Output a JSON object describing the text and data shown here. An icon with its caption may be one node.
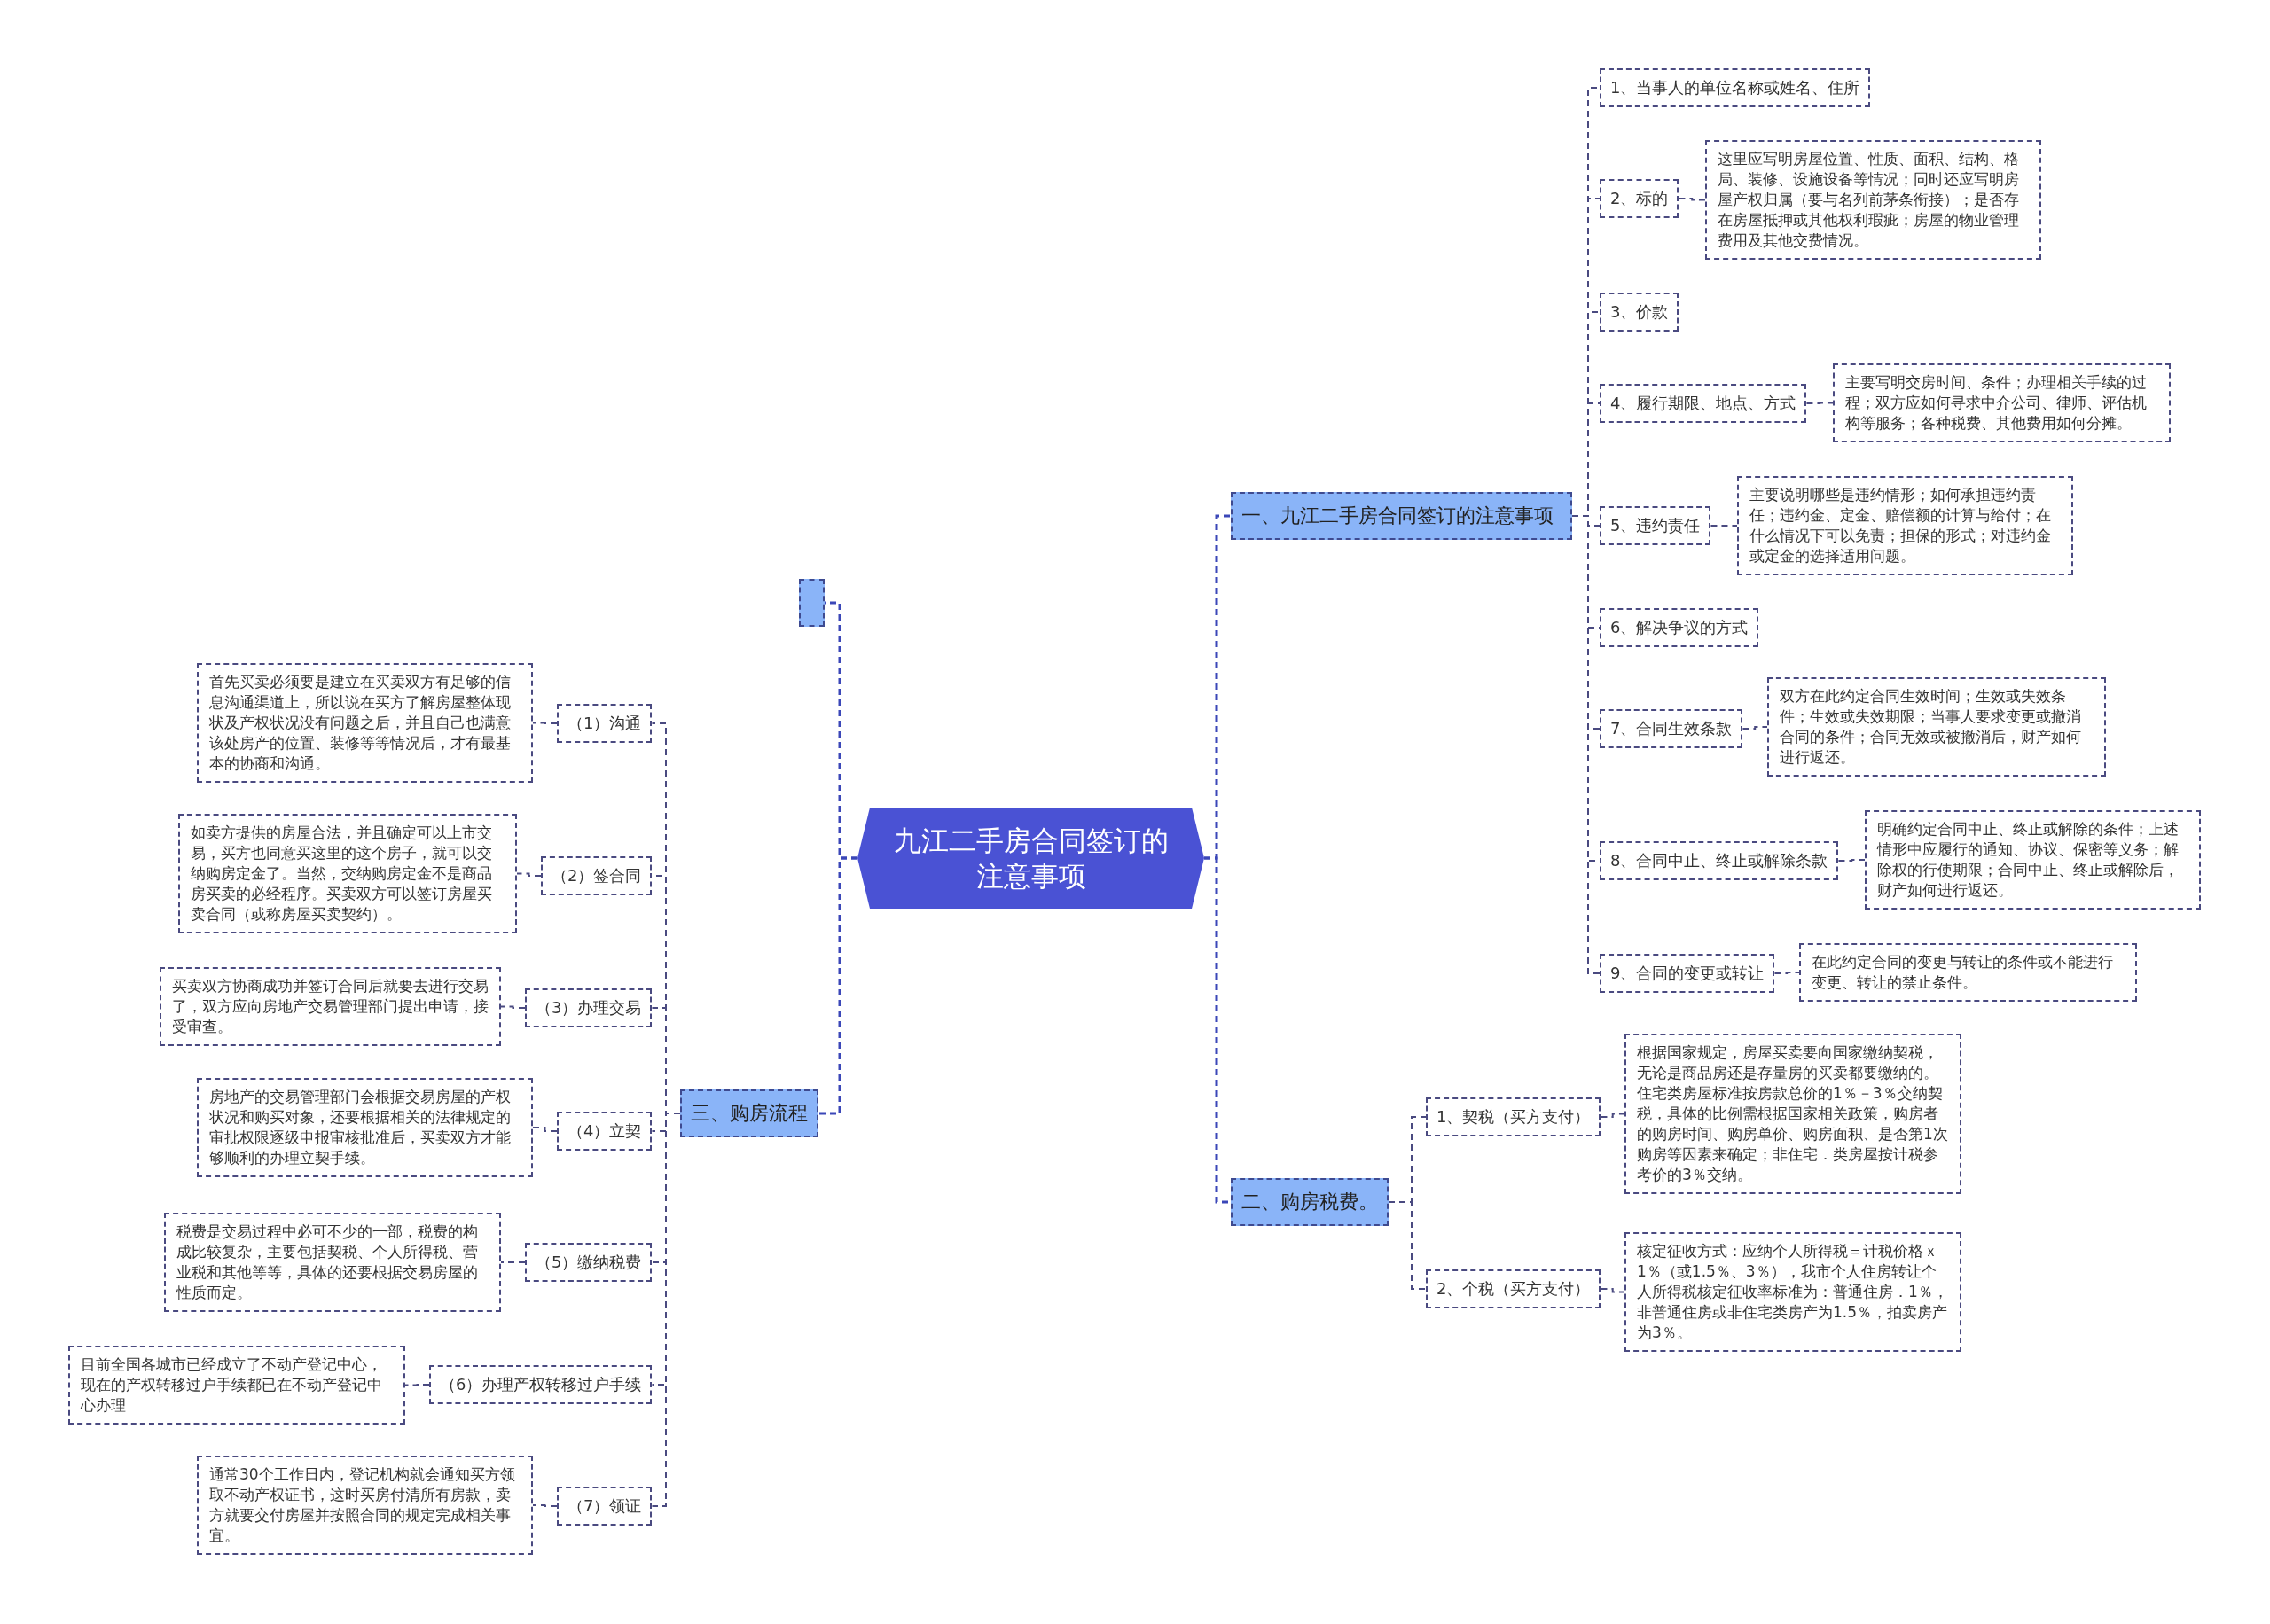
{
  "diagram": {
    "nodes": [
      {
        "text": [
          "九江二手房合同签订的注意事项"
        ]
      },
      {
        "text": [
          "一、九江二手房合同签订的注意事项"
        ]
      },
      {
        "text": [
          "1、当事人的单位名称或姓名、住所"
        ]
      },
      {
        "text": [
          "2、标的"
        ]
      },
      {
        "text": [
          "这里应写明房屋位置、性质、面积、结构、格局、装修、设施设备等情况；同时还应写明房屋产权归属（要与名列前茅条衔接）；是否存在房屋抵押或其他权利瑕疵；房屋的物业管理费用及其他交费情况。"
        ]
      },
      {
        "text": [
          "3、价款"
        ]
      },
      {
        "text": [
          "4、履行期限、地点、方式"
        ]
      },
      {
        "text": [
          "主要写明交房时间、条件；办理相关手续的过程；双方应如何寻求中介公司、律师、评估机构等服务；各种税费、其他费用如何分摊。"
        ]
      },
      {
        "text": [
          "5、违约责任"
        ]
      },
      {
        "text": [
          "主要说明哪些是违约情形；如何承担违约责任；违约金、定金、赔偿额的计算与给付；在什么情况下可以免责；担保的形式；对违约金或定金的选择适用问题。"
        ]
      },
      {
        "text": [
          "6、解决争议的方式"
        ]
      },
      {
        "text": [
          "7、合同生效条款"
        ]
      },
      {
        "text": [
          "双方在此约定合同生效时间；生效或失效条件；生效或失效期限；当事人要求变更或撤消合同的条件；合同无效或被撤消后，财产如何进行返还。"
        ]
      },
      {
        "text": [
          "8、合同中止、终止或解除条款"
        ]
      },
      {
        "text": [
          "明确约定合同中止、终止或解除的条件；上述情形中应履行的通知、协议、保密等义务；解除权的行使期限；合同中止、终止或解除后，财产如何进行返还。"
        ]
      },
      {
        "text": [
          "9、合同的变更或转让"
        ]
      },
      {
        "text": [
          "在此约定合同的变更与转让的条件或不能进行变更、转让的禁止条件。"
        ]
      },
      {
        "text": [
          "二、购房税费。"
        ]
      },
      {
        "text": [
          "1、契税（买方支付）"
        ]
      },
      {
        "text": [
          "根据国家规定，房屋买卖要向国家缴纳契税，无论是商品房还是存量房的买卖都要缴纳的。住宅类房屋标准按房款总价的1％－3％交纳契税，具体的比例需根据国家相关政策，购房者的购房时间、购房单价、购房面积、是否第1次购房等因素来确定；非住宅．类房屋按计税参考价的3％交纳。"
        ]
      },
      {
        "text": [
          "2、个税（买方支付）"
        ]
      },
      {
        "text": [
          "核定征收方式：应纳个人所得税＝计税价格ｘ1％（或1.5％、3％），我市个人住房转让个人所得税核定征收率标准为：普通住房．1％，非普通住房或非住宅类房产为1.5％，拍卖房产为3％。"
        ]
      },
      {
        "text": [],
        "shape": "box"
      },
      {
        "text": [
          "三、购房流程"
        ]
      },
      {
        "text": [
          "（1）沟通"
        ]
      },
      {
        "text": [
          "首先买卖必须要是建立在买卖双方有足够的信息沟通渠道上，所以说在买方了解房屋整体现状及产权状况没有问题之后，并且自己也满意该处房产的位置、装修等等情况后，才有最基本的协商和沟通。"
        ]
      },
      {
        "text": [
          "（2）签合同"
        ]
      },
      {
        "text": [
          "如卖方提供的房屋合法，并且确定可以上市交易，买方也同意买这里的这个房子，就可以交纳购房定金了。当然，交纳购房定金不是商品房买卖的必经程序。买卖双方可以签订房屋买卖合同（或称房屋买卖契约）。"
        ]
      },
      {
        "text": [
          "（3）办理交易"
        ]
      },
      {
        "text": [
          "买卖双方协商成功并签订合同后就要去进行交易了，双方应向房地产交易管理部门提出申请，接受审查。"
        ]
      },
      {
        "text": [
          "（4）立契"
        ]
      },
      {
        "text": [
          "房地产的交易管理部门会根据交易房屋的产权状况和购买对象，还要根据相关的法律规定的审批权限逐级申报审核批准后，买卖双方才能够顺利的办理立契手续。"
        ]
      },
      {
        "text": [
          "（5）缴纳税费"
        ]
      },
      {
        "text": [
          "税费是交易过程中必可不少的一部，税费的构成比较复杂，主要包括契税、个人所得税、营业税和其他等等，具体的还要根据交易房屋的性质而定。"
        ]
      },
      {
        "text": [
          "（6）办理产权转移过户手续"
        ]
      },
      {
        "text": [
          "目前全国各城市已经成立了不动产登记中心，现在的产权转移过户手续都已在不动产登记中心办理"
        ]
      },
      {
        "text": [
          "（7）领证"
        ]
      },
      {
        "text": [
          "通常30个工作日内，登记机构就会通知买方领取不动产权证书，这时买房付清所有房款，卖方就要交付房屋并按照合同的规定完成相关事宜。"
        ]
      }
    ],
    "edges": [
      {
        "from": 0,
        "to": 1,
        "arrow": "none"
      },
      {
        "from": 0,
        "to": 17,
        "arrow": "none"
      },
      {
        "from": 0,
        "to": 22,
        "arrow": "none"
      },
      {
        "from": 0,
        "to": 23,
        "arrow": "none"
      },
      {
        "from": 1,
        "to": 2,
        "arrow": "none"
      },
      {
        "from": 1,
        "to": 3,
        "arrow": "none"
      },
      {
        "from": 3,
        "to": 4,
        "arrow": "none"
      },
      {
        "from": 1,
        "to": 5,
        "arrow": "none"
      },
      {
        "from": 1,
        "to": 6,
        "arrow": "none"
      },
      {
        "from": 6,
        "to": 7,
        "arrow": "none"
      },
      {
        "from": 1,
        "to": 8,
        "arrow": "none"
      },
      {
        "from": 8,
        "to": 9,
        "arrow": "none"
      },
      {
        "from": 1,
        "to": 10,
        "arrow": "none"
      },
      {
        "from": 1,
        "to": 11,
        "arrow": "none"
      },
      {
        "from": 11,
        "to": 12,
        "arrow": "none"
      },
      {
        "from": 1,
        "to": 13,
        "arrow": "none"
      },
      {
        "from": 13,
        "to": 14,
        "arrow": "none"
      },
      {
        "from": 1,
        "to": 15,
        "arrow": "none"
      },
      {
        "from": 15,
        "to": 16,
        "arrow": "none"
      },
      {
        "from": 17,
        "to": 18,
        "arrow": "none"
      },
      {
        "from": 18,
        "to": 19,
        "arrow": "none"
      },
      {
        "from": 17,
        "to": 20,
        "arrow": "none"
      },
      {
        "from": 20,
        "to": 21,
        "arrow": "none"
      },
      {
        "from": 23,
        "to": 24,
        "arrow": "none"
      },
      {
        "from": 24,
        "to": 25,
        "arrow": "none"
      },
      {
        "from": 23,
        "to": 26,
        "arrow": "none"
      },
      {
        "from": 26,
        "to": 27,
        "arrow": "none"
      },
      {
        "from": 23,
        "to": 28,
        "arrow": "none"
      },
      {
        "from": 28,
        "to": 29,
        "arrow": "none"
      },
      {
        "from": 23,
        "to": 30,
        "arrow": "none"
      },
      {
        "from": 30,
        "to": 31,
        "arrow": "none"
      },
      {
        "from": 23,
        "to": 32,
        "arrow": "none"
      },
      {
        "from": 32,
        "to": 33,
        "arrow": "none"
      },
      {
        "from": 23,
        "to": 34,
        "arrow": "none"
      },
      {
        "from": 34,
        "to": 35,
        "arrow": "none"
      },
      {
        "from": 23,
        "to": 36,
        "arrow": "none"
      },
      {
        "from": 36,
        "to": 37,
        "arrow": "none"
      }
    ]
  }
}
